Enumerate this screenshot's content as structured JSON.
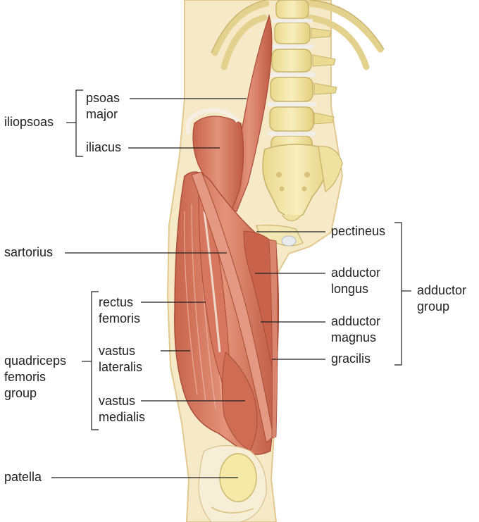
{
  "labels": {
    "iliopsoas": "iliopsoas",
    "psoas_major_1": "psoas",
    "psoas_major_2": "major",
    "iliacus": "iliacus",
    "sartorius": "sartorius",
    "rectus_femoris_1": "rectus",
    "rectus_femoris_2": "femoris",
    "vastus_lateralis_1": "vastus",
    "vastus_lateralis_2": "lateralis",
    "vastus_medialis_1": "vastus",
    "vastus_medialis_2": "medialis",
    "quadriceps_1": "quadriceps",
    "quadriceps_2": "femoris",
    "quadriceps_3": "group",
    "patella": "patella",
    "pectineus": "pectineus",
    "adductor_longus_1": "adductor",
    "adductor_longus_2": "longus",
    "adductor_magnus_1": "adductor",
    "adductor_magnus_2": "magnus",
    "gracilis": "gracilis",
    "adductor_group_1": "adductor",
    "adductor_group_2": "group"
  },
  "colors": {
    "skin": "#f6e9c8",
    "skin_edge": "#e2c990",
    "bone": "#f2e7a6",
    "bone_edge": "#c9b36a",
    "muscle": "#d9826a",
    "muscle_dark": "#b85640",
    "tendon": "#f5efe4",
    "leader": "#222222"
  }
}
